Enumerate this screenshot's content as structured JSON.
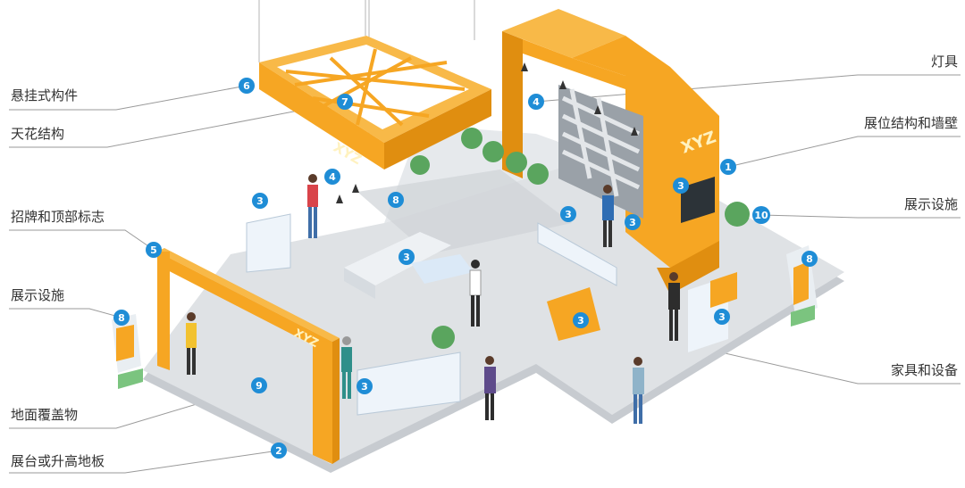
{
  "colors": {
    "accent_orange": "#f6a623",
    "orange_dark": "#e08e10",
    "floor": "#dfe2e5",
    "floor_edge": "#c7cbd0",
    "marker_blue": "#1f8dd6",
    "leader_line": "#9a9a9a",
    "label_text": "#333333"
  },
  "labels": {
    "hanging": "悬挂式构件",
    "ceiling": "天花结构",
    "signage": "招牌和顶部标志",
    "display_left": "展示设施",
    "floor_cover": "地面覆盖物",
    "platform": "展台或升高地板",
    "lighting": "灯具",
    "structure": "展位结构和墙壁",
    "display_right": "展示设施",
    "furniture": "家具和设备"
  },
  "logo_text": "XYZ",
  "markers": {
    "m1": "1",
    "m2": "2",
    "m3": "3",
    "m4": "4",
    "m5": "5",
    "m6": "6",
    "m7": "7",
    "m8": "8",
    "m9": "9",
    "m10": "10"
  }
}
